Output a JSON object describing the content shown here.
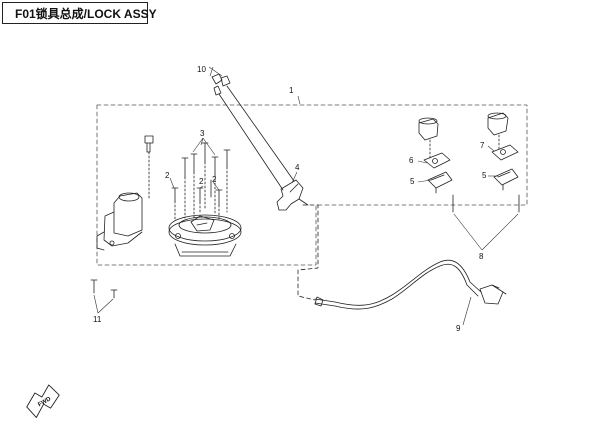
{
  "header": {
    "title": "F01锁具总成/LOCK ASSY"
  },
  "callouts": {
    "c1": "1",
    "c2a": "2",
    "c2b": "2",
    "c2c": "2",
    "c3": "3",
    "c4": "4",
    "c5a": "5",
    "c5b": "5",
    "c6": "6",
    "c7": "7",
    "c8": "8",
    "c9": "9",
    "c10": "10",
    "c11": "11"
  },
  "fwd": {
    "label": "FWD",
    "icon": "fwd-arrow-icon"
  },
  "colors": {
    "line": "#222222",
    "leader": "#333333",
    "dash": "#555555",
    "background": "#ffffff"
  }
}
